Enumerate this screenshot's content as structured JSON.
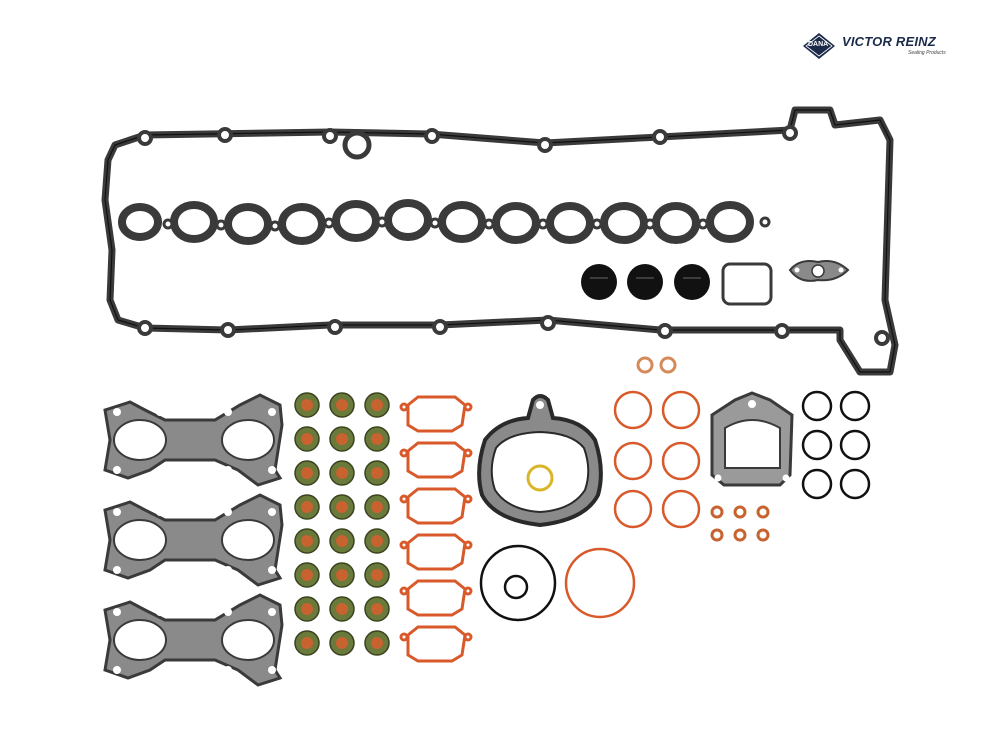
{
  "logo": {
    "brand": "VICTOR REINZ",
    "badge": "DANA",
    "tagline": "Sealing Products"
  },
  "colors": {
    "gasket_dark": "#3a3a3a",
    "gasket_fill": "#4a4a4a",
    "metal_gray": "#8a8a8a",
    "copper": "#c8622f",
    "orange_seal": "#d85a2a",
    "valve_seal_green": "#6a7a3a",
    "yellow_ring": "#d9b52a",
    "logo_navy": "#1c2b4a"
  }
}
